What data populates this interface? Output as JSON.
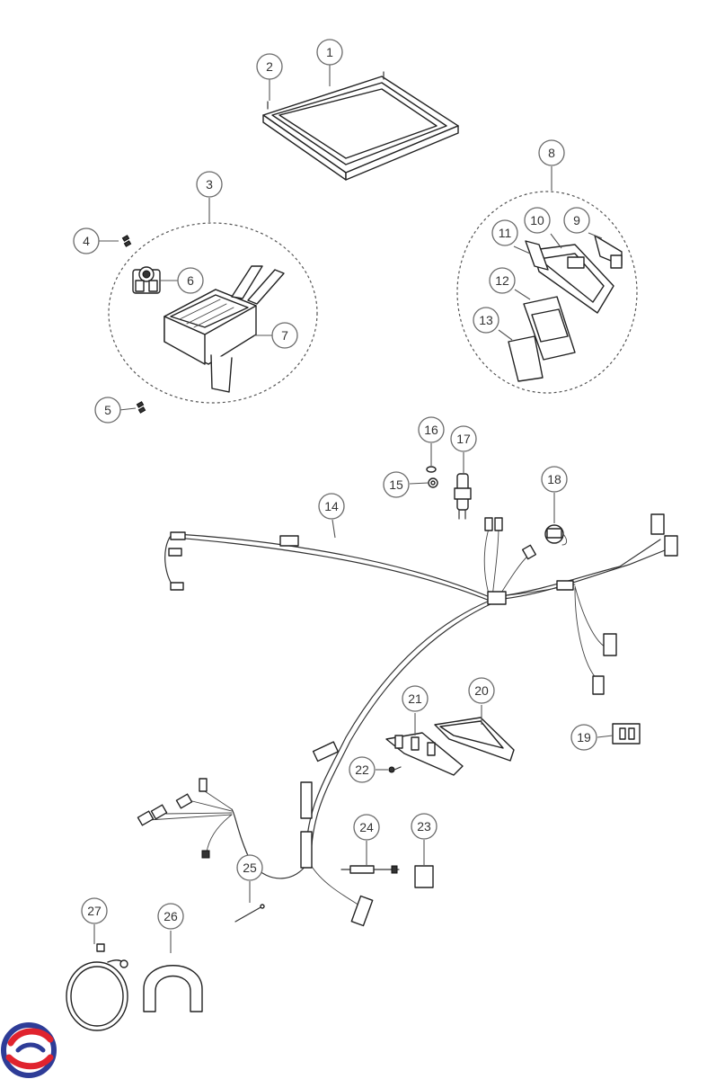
{
  "callouts": [
    {
      "number": "1"
    },
    {
      "number": "2"
    },
    {
      "number": "3"
    },
    {
      "number": "4"
    },
    {
      "number": "5"
    },
    {
      "number": "6"
    },
    {
      "number": "7"
    },
    {
      "number": "8"
    },
    {
      "number": "9"
    },
    {
      "number": "10"
    },
    {
      "number": "11"
    },
    {
      "number": "12"
    },
    {
      "number": "13"
    },
    {
      "number": "14"
    },
    {
      "number": "15"
    },
    {
      "number": "16"
    },
    {
      "number": "17"
    },
    {
      "number": "18"
    },
    {
      "number": "19"
    },
    {
      "number": "20"
    },
    {
      "number": "21"
    },
    {
      "number": "22"
    },
    {
      "number": "23"
    },
    {
      "number": "24"
    },
    {
      "number": "25"
    },
    {
      "number": "26"
    },
    {
      "number": "27"
    }
  ],
  "colors": {
    "line": "#222222",
    "callout_ring": "#6b6b6b",
    "logo_red": "#e0232e",
    "logo_blue": "#2e3c97"
  },
  "logo": {
    "icon": "brand-logo-icon"
  }
}
